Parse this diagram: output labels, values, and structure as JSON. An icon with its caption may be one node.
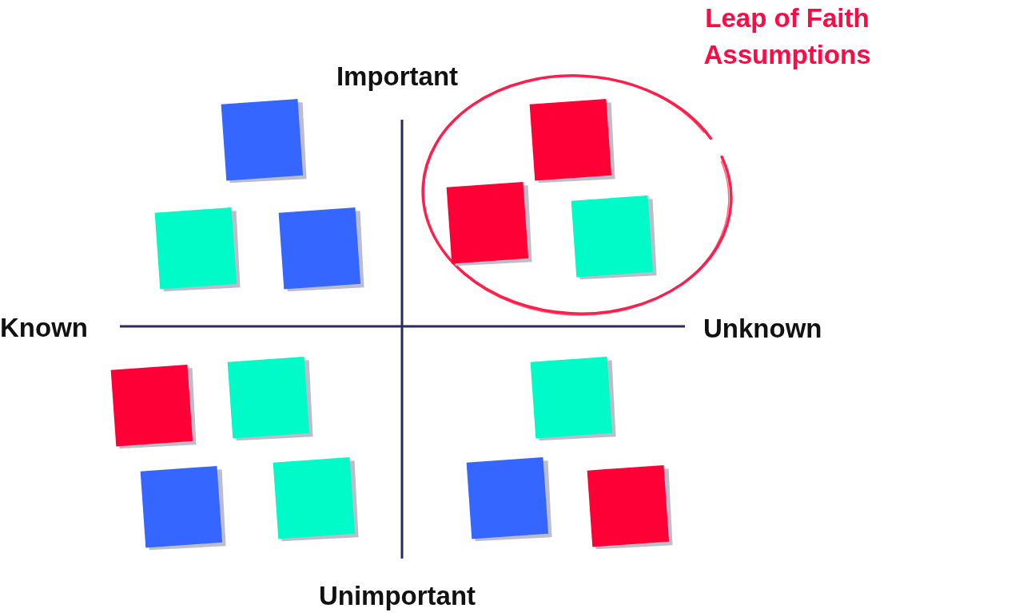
{
  "diagram": {
    "nodes": [
      {
        "text": [],
        "shape": "box"
      },
      {
        "text": [],
        "shape": "box"
      },
      {
        "text": [],
        "shape": "box"
      },
      {
        "text": [
          "Leap of Faith Assumptions"
        ]
      },
      {
        "text": [],
        "shape": "box",
        "in": 3
      },
      {
        "text": [],
        "shape": "box",
        "in": 3
      },
      {
        "text": [],
        "shape": "box",
        "in": 3
      },
      {
        "text": [],
        "shape": "box"
      },
      {
        "text": [],
        "shape": "box"
      },
      {
        "text": [],
        "shape": "box"
      },
      {
        "text": [],
        "shape": "box"
      },
      {
        "text": [],
        "shape": "box"
      },
      {
        "text": [],
        "shape": "box"
      },
      {
        "text": [],
        "shape": "box"
      }
    ],
    "labels": [
      "Important",
      "Known",
      "Unknown",
      "Unimportant"
    ]
  }
}
